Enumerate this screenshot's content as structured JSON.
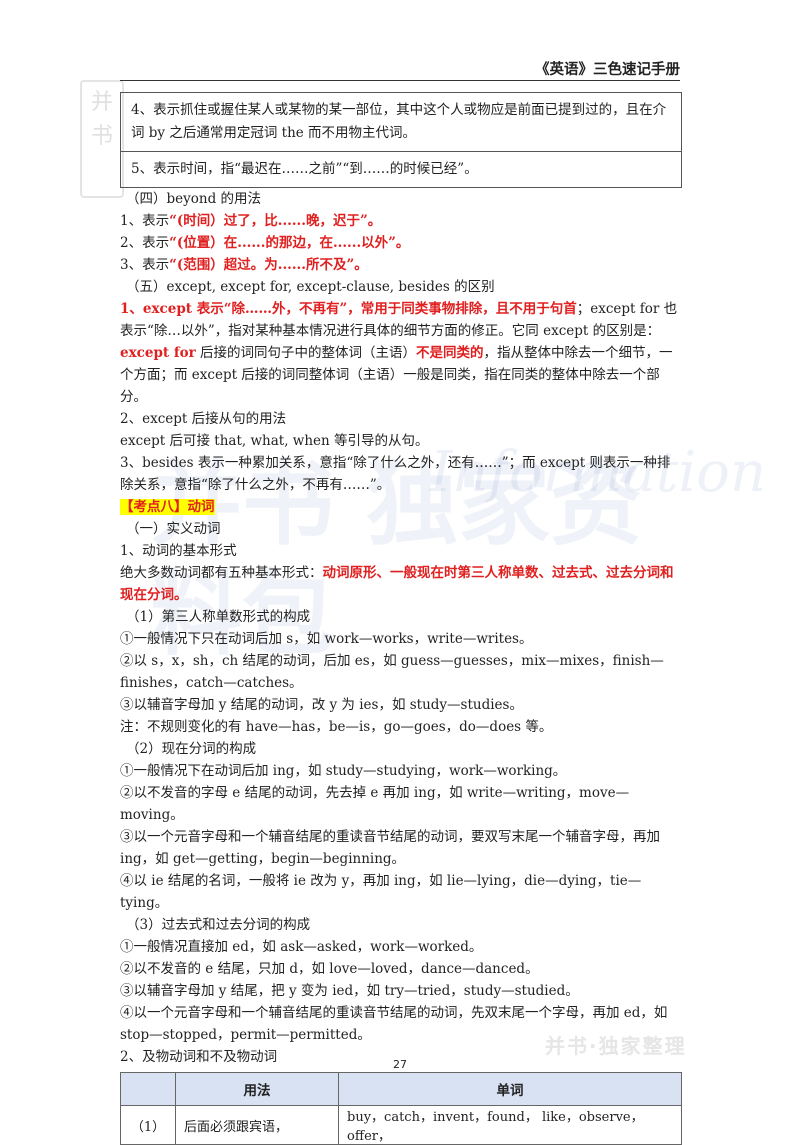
{
  "header": {
    "title": "《英语》三色速记手册"
  },
  "watermarks": {
    "left": "并书",
    "center": "并书 独家资料包",
    "script": "Information",
    "bottom": "并书·独家整理"
  },
  "box": {
    "row4": "4、表示抓住或握住某人或某物的某一部位，其中这个人或物应是前面已提到过的，且在介词 by 之后通常用定冠词 the 而不用物主代词。",
    "row5": "5、表示时间，指“最迟在……之前”“到……的时候已经”。"
  },
  "beyond": {
    "title": "（四）beyond 的用法",
    "l1_a": "1、表示",
    "l1_b": "“(时间）过了，比......晚，迟于”。",
    "l2_a": "2、表示",
    "l2_b": "“(位置）在......的那边，在......以外”。",
    "l3_a": "3、表示",
    "l3_b": "“(范围）超过。为......所不及”。"
  },
  "except": {
    "title": "（五）except, except for, except-clause, besides 的区别",
    "p1_red": "1、except 表示“除……外，不再有”，常用于同类事物排除，且不用于句首",
    "p1_rest": "；except for 也表示“除…以外”，指对某种基本情况进行具体的细节方面的修正。它同 except 的区别是：",
    "p1_red2": "except for",
    "p1_mid": " 后接的词同句子中的整体词（主语）",
    "p1_red3": "不是同类的",
    "p1_end": "，指从整体中除去一个细节，一个方面；而 except 后接的词同整体词（主语）一般是同类，指在同类的整体中除去一个部分。",
    "p2_title": "2、except 后接从句的用法",
    "p2_body": "except 后可接 that, what, when 等引导的从句。",
    "p3": "3、besides 表示一种累加关系，意指“除了什么之外，还有……”；而 except 则表示一种排除关系，意指“除了什么之外，不再有……”。"
  },
  "verbs": {
    "heading": "【考点八】动词",
    "sub1": "（一）实义动词",
    "basic_title": "1、动词的基本形式",
    "basic_a": "绝大多数动词都有五种基本形式：",
    "basic_b": "动词原形、一般现在时第三人称单数、过去式、过去分词和现在分词。",
    "s1_title": "（1）第三人称单数形式的构成",
    "s1_1": "①一般情况下只在动词后加 s，如 work—works，write—writes。",
    "s1_2": "②以 s，x，sh，ch 结尾的动词，后加 es，如 guess—guesses，mix—mixes，finish—finishes，catch—catches。",
    "s1_3": "③以辅音字母加 y 结尾的动词，改 y 为 ies，如 study—studies。",
    "s1_note": "注：不规则变化的有 have—has，be—is，go—goes，do—does 等。",
    "s2_title": "（2）现在分词的构成",
    "s2_1": "①一般情况下在动词后加 ing，如 study—studying，work—working。",
    "s2_2": "②以不发音的字母 e 结尾的动词，先去掉 e 再加 ing，如 write—writing，move—moving。",
    "s2_3": "③以一个元音字母和一个辅音结尾的重读音节结尾的动词，要双写末尾一个辅音字母，再加 ing，如 get—getting，begin—beginning。",
    "s2_4": "④以 ie 结尾的名词，一般将 ie 改为 y，再加 ing，如 lie—lying，die—dying，tie—tying。",
    "s3_title": "（3）过去式和过去分词的构成",
    "s3_1": "①一般情况直接加 ed，如 ask—asked，work—worked。",
    "s3_2": "②以不发音的 e 结尾，只加 d，如 love—loved，dance—danced。",
    "s3_3": "③以辅音字母加 y 结尾，把 y 变为 ied，如 try—tried，study—studied。",
    "s3_4": "④以一个元音字母和一个辅音结尾的重读音节结尾的动词，先双末尾一个字母，再加 ed，如 stop—stopped，permit—permitted。",
    "trans_title": "2、及物动词和不及物动词"
  },
  "table": {
    "headers": [
      "",
      "用法",
      "单词"
    ],
    "rows": [
      {
        "num": "（1）",
        "usage": "后面必须跟宾语，",
        "words": "buy，catch，invent，found， like，observe，offer，"
      }
    ]
  },
  "page_number": "27"
}
